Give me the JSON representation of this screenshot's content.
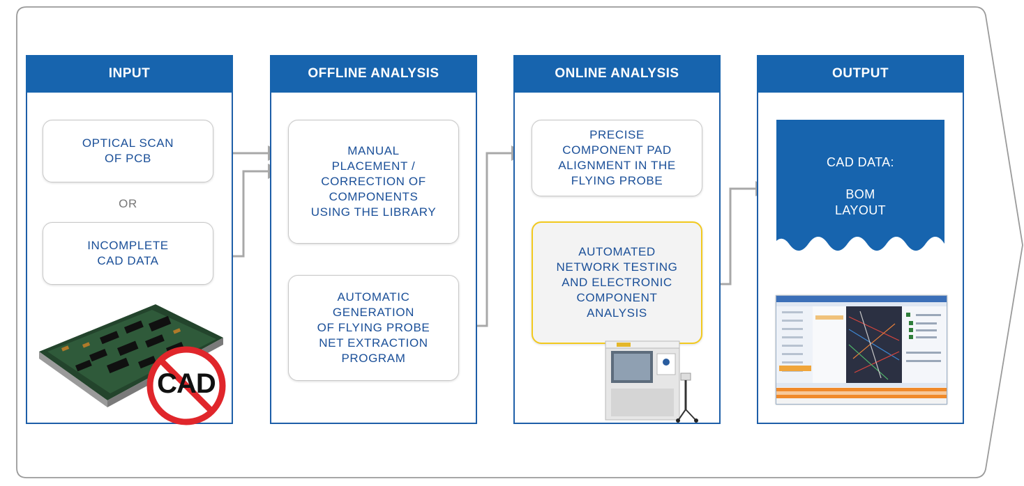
{
  "columns": [
    {
      "title": "INPUT"
    },
    {
      "title": "OFFLINE ANALYSIS"
    },
    {
      "title": "ONLINE ANALYSIS"
    },
    {
      "title": "OUTPUT"
    }
  ],
  "input": {
    "box1": "OPTICAL SCAN\nOF PCB",
    "or": "OR",
    "box2": "INCOMPLETE\nCAD DATA",
    "no_cad_badge": "CAD"
  },
  "offline": {
    "box1": "MANUAL\nPLACEMENT /\nCORRECTION OF\nCOMPONENTS\nUSING THE LIBRARY",
    "box2": "AUTOMATIC\nGENERATION\nOF FLYING PROBE\nNET EXTRACTION\nPROGRAM"
  },
  "online": {
    "box1": "PRECISE\nCOMPONENT PAD\nALIGNMENT IN THE\nFLYING PROBE",
    "box2": "AUTOMATED\nNETWORK TESTING\nAND ELECTRONIC\nCOMPONENT\nANALYSIS"
  },
  "output": {
    "doc_title": "CAD DATA:\n\nBOM\nLAYOUT"
  },
  "colors": {
    "primary_blue": "#1764ae",
    "text_blue": "#1a4f98",
    "arrow_gray": "#a8a8a8",
    "highlight": "#f2c91e",
    "no_sign_red": "#e0262b"
  }
}
